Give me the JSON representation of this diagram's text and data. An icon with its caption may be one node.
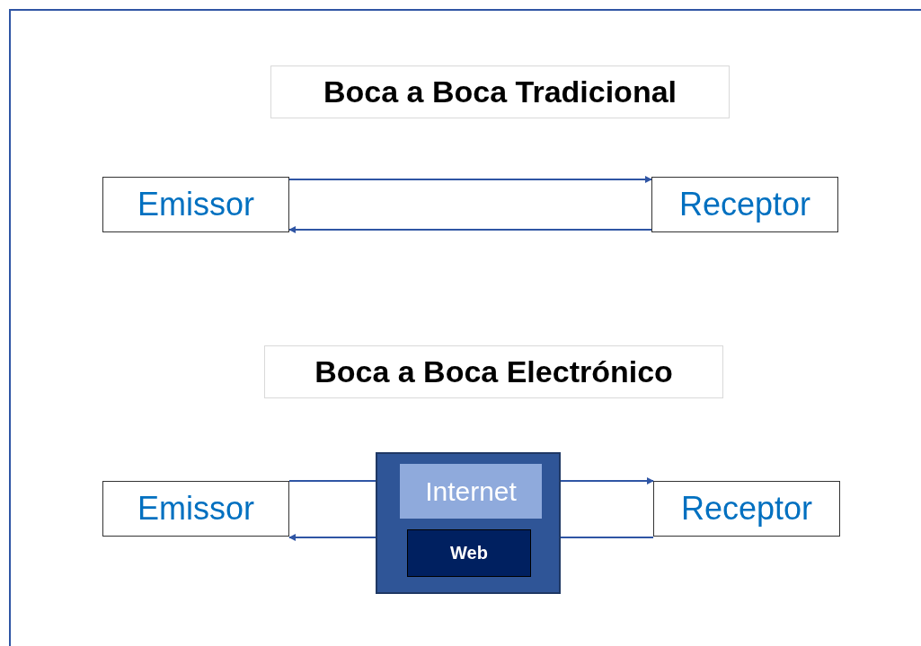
{
  "diagram": {
    "nodes": [
      {
        "text": [
          "Boca a Boca Tradicional"
        ]
      },
      {
        "text": [
          "Emissor"
        ]
      },
      {
        "text": [
          "Receptor"
        ]
      },
      {
        "text": [
          "Boca a Boca Electrónico"
        ]
      },
      {
        "text": [
          "Emissor"
        ]
      },
      {
        "text": [],
        "shape": "box"
      },
      {
        "text": [
          "Internet"
        ],
        "in": 5
      },
      {
        "text": [
          "Web"
        ],
        "in": 5
      },
      {
        "text": [
          "Receptor"
        ]
      }
    ],
    "edges": [
      {
        "from": 1,
        "to": 2,
        "arrow": "to"
      },
      {
        "from": 2,
        "to": 1,
        "arrow": "to"
      },
      {
        "from": 4,
        "to": 5,
        "arrow": "none"
      },
      {
        "from": 5,
        "to": 8,
        "arrow": "to"
      },
      {
        "from": 8,
        "to": 5,
        "arrow": "none"
      },
      {
        "from": 5,
        "to": 4,
        "arrow": "to"
      }
    ]
  }
}
